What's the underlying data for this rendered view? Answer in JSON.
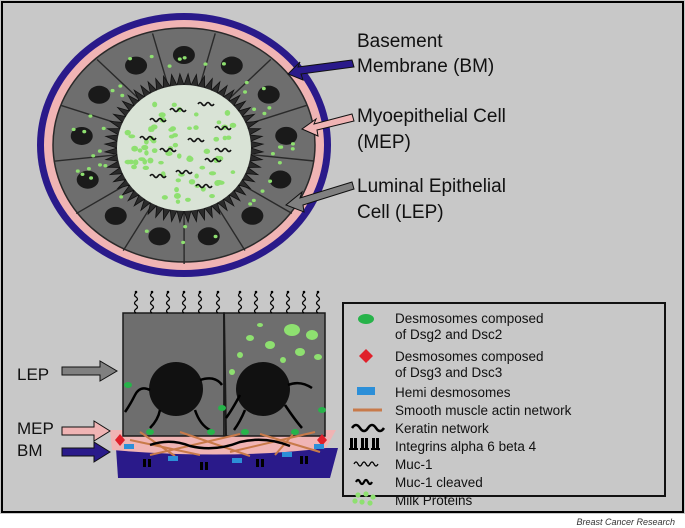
{
  "labels": {
    "bm_line1": "Basement",
    "bm_line2": "Membrane (BM)",
    "mep_line1": "Myoepithelial Cell",
    "mep_line2": "(MEP)",
    "lep_line1": "Luminal Epithelial",
    "lep_line2": "Cell (LEP)",
    "lep_short": "LEP",
    "mep_short": "MEP",
    "bm_short": "BM"
  },
  "legend": {
    "items": [
      {
        "icon": "green-ellipse",
        "line1": "Desmosomes composed",
        "line2": "of Dsg2 and Dsc2"
      },
      {
        "icon": "red-diamond",
        "line1": "Desmosomes composed",
        "line2": "of Dsg3 and Dsc3"
      },
      {
        "icon": "blue-rect",
        "line1": "Hemi desmosomes",
        "line2": ""
      },
      {
        "icon": "brown-line",
        "line1": "Smooth muscle actin network",
        "line2": ""
      },
      {
        "icon": "black-wave",
        "line1": "Keratin network",
        "line2": ""
      },
      {
        "icon": "integrin-glyph",
        "line1": "Integrins alpha 6 beta 4",
        "line2": ""
      },
      {
        "icon": "muc1-wave",
        "line1": "Muc-1",
        "line2": ""
      },
      {
        "icon": "muc1-cleaved-wave",
        "line1": "Muc-1 cleaved",
        "line2": ""
      },
      {
        "icon": "green-dots",
        "line1": "Milk Proteins",
        "line2": ""
      }
    ]
  },
  "credit": "Breast Cancer Research",
  "colors": {
    "background": "#c8c8c8",
    "cell": "#6e6e6e",
    "nucleus": "#1a1a1a",
    "myoepithelial": "#f0b4b4",
    "basement": "#2a1a8a",
    "desmosome_green": "#27b34a",
    "desmosome_red": "#e0202a",
    "hemi_blue": "#2c8fd8",
    "actin": "#c87a4a",
    "milk": "#8ee070"
  }
}
